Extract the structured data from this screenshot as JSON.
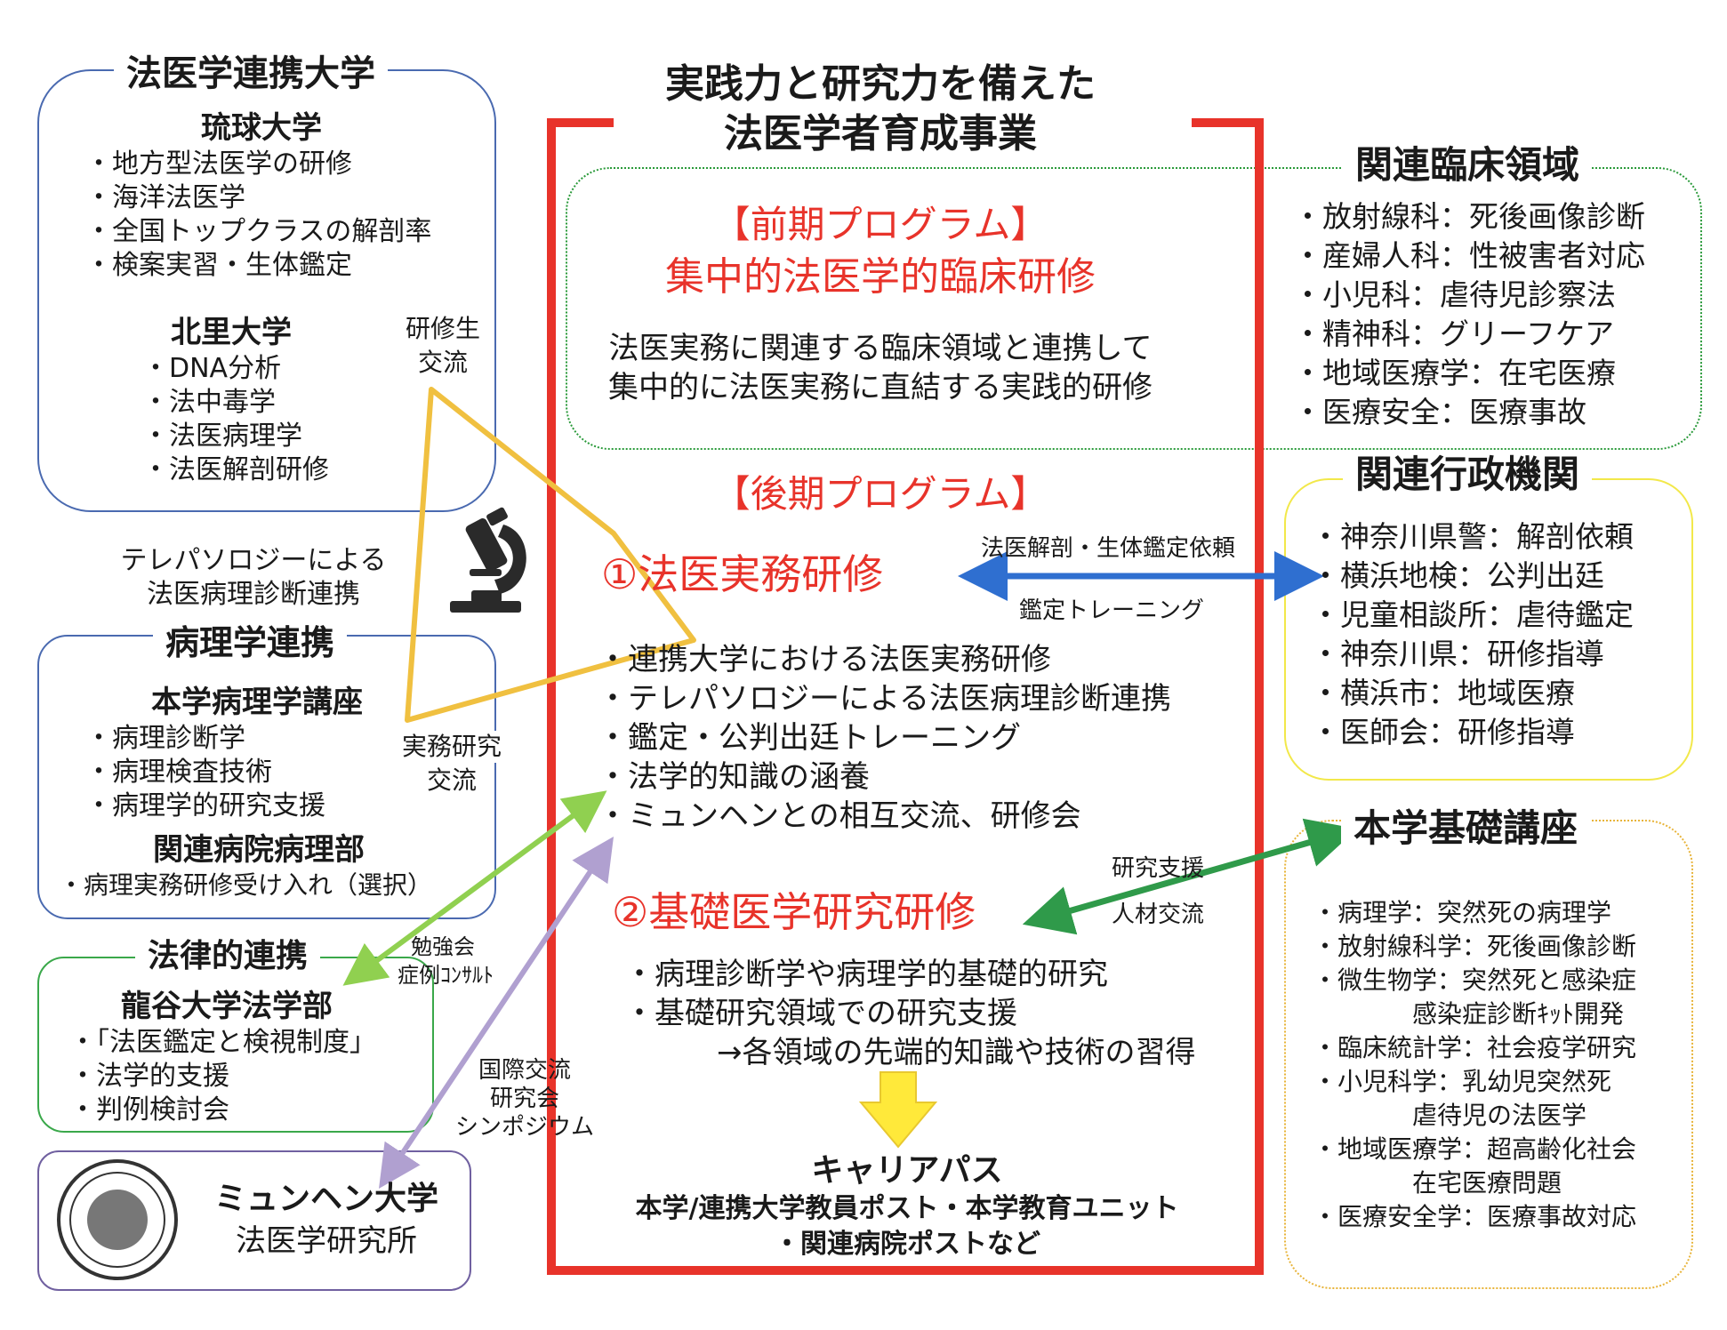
{
  "main_title": {
    "line1": "実践力と研究力を備えた",
    "line2": "法医学者育成事業"
  },
  "early_program": {
    "title1": "【前期プログラム】",
    "title2": "集中的法医学的臨床研修",
    "desc1": "法医実務に関連する臨床領域と連携して",
    "desc2": "集中的に法医実務に直結する実践的研修"
  },
  "late_program": {
    "title": "【後期プログラム】",
    "training1": {
      "title": "①法医実務研修",
      "items": [
        "連携大学における法医実務研修",
        "テレパソロジーによる法医病理診断連携",
        "鑑定・公判出廷トレーニング",
        "法学的知識の涵養",
        "ミュンヘンとの相互交流、研修会"
      ]
    },
    "training2": {
      "title": "②基礎医学研究研修",
      "items": [
        "病理診断学や病理学的基礎的研究",
        "基礎研究領域での研究支援"
      ],
      "arrow_line": "→各領域の先端的知識や技術の習得"
    }
  },
  "career": {
    "title": "キャリアパス",
    "line1": "本学/連携大学教員ポスト・本学教育ユニット",
    "line2": "・関連病院ポストなど"
  },
  "partner_univ": {
    "title": "法医学連携大学",
    "ryukyu": {
      "name": "琉球大学",
      "items": [
        "地方型法医学の研修",
        "海洋法医学",
        "全国トップクラスの解剖率",
        "検案実習・生体鑑定"
      ]
    },
    "kitasato": {
      "name": "北里大学",
      "items": [
        "DNA分析",
        "法中毒学",
        "法医病理学",
        "法医解剖研修"
      ]
    }
  },
  "telepathology": {
    "line1": "テレパソロジーによる",
    "line2": "法医病理診断連携"
  },
  "pathology": {
    "title": "病理学連携",
    "dept": {
      "name": "本学病理学講座",
      "items": [
        "病理診断学",
        "病理検査技術",
        "病理学的研究支援"
      ]
    },
    "hospital": {
      "name": "関連病院病理部",
      "items": [
        "病理実務研修受け入れ（選択）"
      ]
    }
  },
  "legal": {
    "title": "法律的連携",
    "name": "龍谷大学法学部",
    "items": [
      "「法医鑑定と検視制度」",
      "法学的支援",
      "判例検討会"
    ]
  },
  "munich": {
    "line1": "ミュンヘン大学",
    "line2": "法医学研究所"
  },
  "clinical": {
    "title": "関連臨床領域",
    "items": [
      "放射線科：死後画像診断",
      "産婦人科：性被害者対応",
      "小児科：虐待児診察法",
      "精神科：グリーフケア",
      "地域医療学：在宅医療",
      "医療安全：医療事故"
    ]
  },
  "admin": {
    "title": "関連行政機関",
    "items": [
      "神奈川県警：解剖依頼",
      "横浜地検：公判出廷",
      "児童相談所：虐待鑑定",
      "神奈川県：研修指導",
      "横浜市：地域医療",
      "医師会：研修指導"
    ]
  },
  "basic": {
    "title": "本学基礎講座",
    "items": [
      {
        "text": "病理学：突然死の病理学",
        "cont": false
      },
      {
        "text": "放射線科学：死後画像診断",
        "cont": false
      },
      {
        "text": "微生物学：突然死と感染症",
        "cont": false
      },
      {
        "text": "感染症診断ｷｯﾄ開発",
        "cont": true
      },
      {
        "text": "臨床統計学：社会疫学研究",
        "cont": false
      },
      {
        "text": "小児科学：乳幼児突然死",
        "cont": false
      },
      {
        "text": "虐待児の法医学",
        "cont": true
      },
      {
        "text": "地域医療学：超高齢化社会",
        "cont": false
      },
      {
        "text": "在宅医療問題",
        "cont": true
      },
      {
        "text": "医療安全学：医療事故対応",
        "cont": false
      }
    ]
  },
  "labels": {
    "trainee_exchange": {
      "line1": "研修生",
      "line2": "交流"
    },
    "practice_exchange": {
      "line1": "実務研究",
      "line2": "交流"
    },
    "autopsy_request": "法医解剖・生体鑑定依頼",
    "appraisal_training": "鑑定トレーニング",
    "research_support": "研究支援",
    "staff_exchange": "人材交流",
    "study_group": "勉強会",
    "case_consult": "症例ｺﾝｻﾙﾄ",
    "intl_exchange": {
      "line1": "国際交流",
      "line2": "研究会",
      "line3": "シンポジウム"
    }
  },
  "colors": {
    "red_frame": "#e8332a",
    "green_dotted": "#2a9a3a",
    "yellow_box": "#f2e84a",
    "orange_dotted": "#e8b43a",
    "blue_box": "#4a6ab0",
    "green_box": "#3aa84a",
    "purple_box": "#7060a0",
    "triangle": "#f0c040",
    "blue_arrow": "#2f6fd0",
    "green_arrow": "#2f9a4a",
    "lightgreen_arrow": "#90d050",
    "purple_arrow": "#b0a0d0",
    "down_arrow": "#ffe93a"
  }
}
